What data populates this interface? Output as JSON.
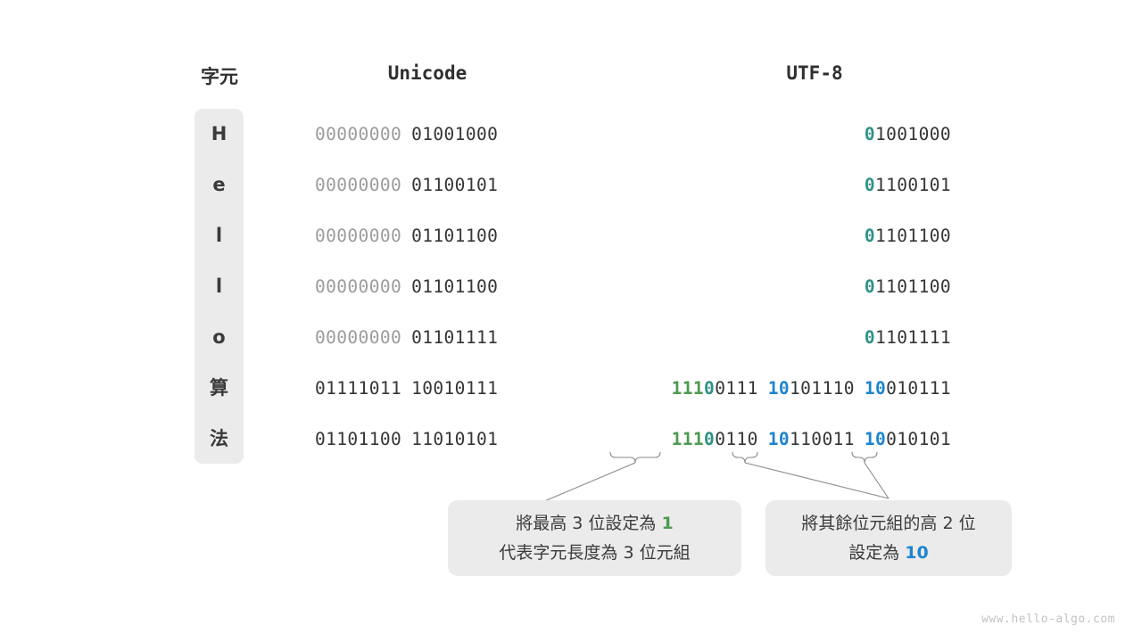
{
  "headers": {
    "character": "字元",
    "unicode": "Unicode",
    "utf8": "UTF-8"
  },
  "rows": [
    {
      "char": "H",
      "unicode": [
        {
          "text": "00000000",
          "style": "gray"
        },
        {
          "text": "01001000",
          "style": "dark"
        }
      ],
      "utf8": [
        [
          {
            "text": "0",
            "style": "teal"
          },
          {
            "text": "1001000",
            "style": "dark"
          }
        ]
      ]
    },
    {
      "char": "e",
      "unicode": [
        {
          "text": "00000000",
          "style": "gray"
        },
        {
          "text": "01100101",
          "style": "dark"
        }
      ],
      "utf8": [
        [
          {
            "text": "0",
            "style": "teal"
          },
          {
            "text": "1100101",
            "style": "dark"
          }
        ]
      ]
    },
    {
      "char": "l",
      "unicode": [
        {
          "text": "00000000",
          "style": "gray"
        },
        {
          "text": "01101100",
          "style": "dark"
        }
      ],
      "utf8": [
        [
          {
            "text": "0",
            "style": "teal"
          },
          {
            "text": "1101100",
            "style": "dark"
          }
        ]
      ]
    },
    {
      "char": "l",
      "unicode": [
        {
          "text": "00000000",
          "style": "gray"
        },
        {
          "text": "01101100",
          "style": "dark"
        }
      ],
      "utf8": [
        [
          {
            "text": "0",
            "style": "teal"
          },
          {
            "text": "1101100",
            "style": "dark"
          }
        ]
      ]
    },
    {
      "char": "o",
      "unicode": [
        {
          "text": "00000000",
          "style": "gray"
        },
        {
          "text": "01101111",
          "style": "dark"
        }
      ],
      "utf8": [
        [
          {
            "text": "0",
            "style": "teal"
          },
          {
            "text": "1101111",
            "style": "dark"
          }
        ]
      ]
    },
    {
      "char": "算",
      "unicode": [
        {
          "text": "01111011",
          "style": "dark"
        },
        {
          "text": "10010111",
          "style": "dark"
        }
      ],
      "utf8": [
        [
          {
            "text": "111",
            "style": "green"
          },
          {
            "text": "0",
            "style": "teal"
          },
          {
            "text": "0111",
            "style": "dark"
          }
        ],
        [
          {
            "text": "10",
            "style": "blue"
          },
          {
            "text": "101110",
            "style": "dark"
          }
        ],
        [
          {
            "text": "10",
            "style": "blue"
          },
          {
            "text": "010111",
            "style": "dark"
          }
        ]
      ]
    },
    {
      "char": "法",
      "unicode": [
        {
          "text": "01101100",
          "style": "dark"
        },
        {
          "text": "11010101",
          "style": "dark"
        }
      ],
      "utf8": [
        [
          {
            "text": "111",
            "style": "green"
          },
          {
            "text": "0",
            "style": "teal"
          },
          {
            "text": "0110",
            "style": "dark"
          }
        ],
        [
          {
            "text": "10",
            "style": "blue"
          },
          {
            "text": "110011",
            "style": "dark"
          }
        ],
        [
          {
            "text": "10",
            "style": "blue"
          },
          {
            "text": "010101",
            "style": "dark"
          }
        ]
      ]
    }
  ],
  "notes": {
    "left": {
      "line1_pre": "將最高 3 位設定為 ",
      "line1_hl": "1",
      "line2": "代表字元長度為 3 位元組"
    },
    "right": {
      "line1": "將其餘位元組的高 2 位",
      "line2_pre": "設定為 ",
      "line2_hl": "10"
    }
  },
  "watermark": "www.hello-algo.com",
  "colors": {
    "green": "#4e9a51",
    "teal": "#2e9287",
    "blue": "#1c85cf",
    "dark": "#353535",
    "gray": "#9b9b9b",
    "box_bg": "#ebebeb",
    "leader": "#888888"
  }
}
